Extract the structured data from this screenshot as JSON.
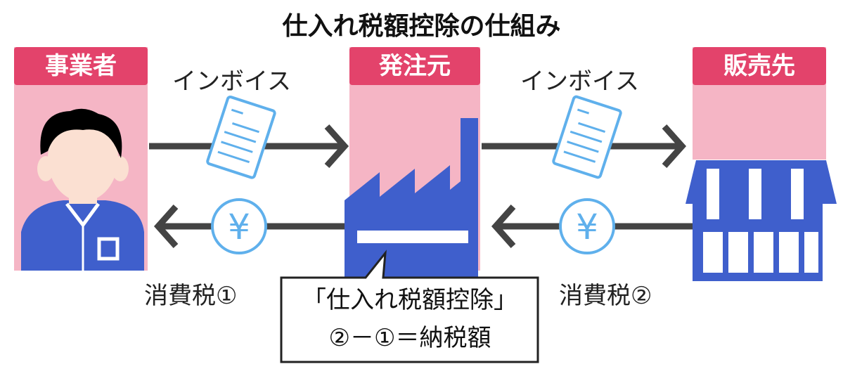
{
  "title": "仕入れ税額控除の仕組み",
  "entities": {
    "left": "事業者",
    "middle": "発注元",
    "right": "販売先"
  },
  "invoice_label_1": "インボイス",
  "invoice_label_2": "インボイス",
  "tax_label_1": "消費税①",
  "tax_label_2": "消費税②",
  "callout": {
    "line1": "「仕入れ税額控除」",
    "line2": "②－①＝納税額"
  },
  "colors": {
    "header": "#e3436b",
    "box": "#f5b5c5",
    "blue": "#3f5fcc",
    "light_blue": "#5fb0ec",
    "arrow": "#444444"
  }
}
